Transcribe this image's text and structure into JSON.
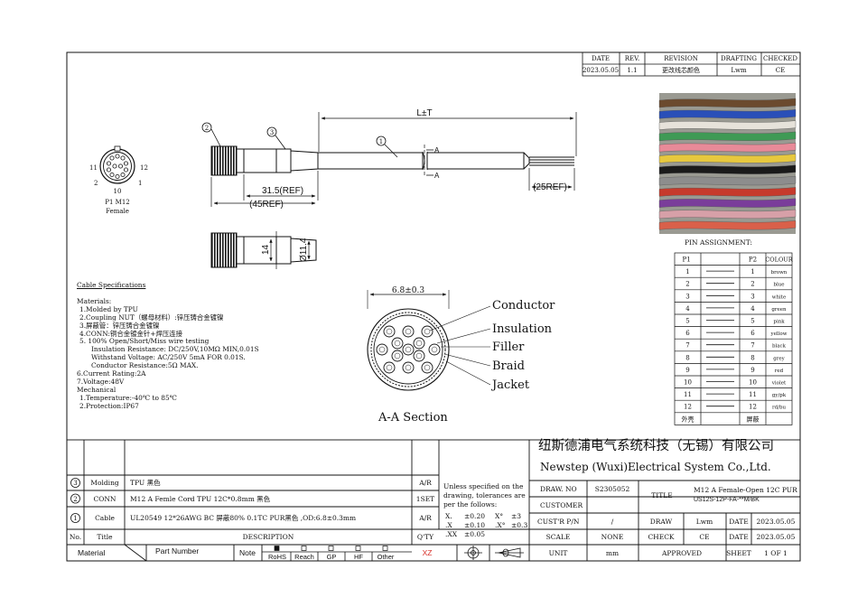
{
  "revision_block": {
    "headers": [
      "DATE",
      "REV.",
      "REVISION",
      "DRAFTING",
      "CHECKED"
    ],
    "row": [
      "2023.05.05",
      "1.1",
      "更改线芯颜色",
      "Lwm",
      "CE"
    ]
  },
  "connector_front": {
    "pin_labels": [
      "11",
      "12",
      "2",
      "1",
      "10"
    ],
    "caption_line1": "P1 M12",
    "caption_line2": "Female"
  },
  "drawing": {
    "length_label": "L±T",
    "ref_315": "31.5(REF)",
    "ref_45": "(45REF)",
    "ref_25": "(25REF)",
    "section_mark": "A",
    "dim_14": "14",
    "dim_114": "Ø11.4",
    "callouts": [
      "1",
      "2",
      "3"
    ]
  },
  "cross_section": {
    "dim": "6.8±0.3",
    "labels": [
      "Conductor",
      "Insulation",
      "Filler",
      "Braid",
      "Jacket"
    ],
    "title": "A-A Section"
  },
  "cable_specs": {
    "title": "Cable Specifications",
    "lines": [
      "Materials:",
      "1.Molded by TPU",
      "2.Coupling NUT（螺母材料）:锌压铸合金镀镍",
      "3.屏蔽管：锌压铸合金镀镍",
      "4.CONN:铜合金镀金针+焊压连接",
      "5. 100% Open/Short/Miss wire testing",
      "Insulation Resistance: DC/250V,10MΩ MIN,0.01S",
      "Withstand Voltage: AC/250V 5mA FOR 0.01S.",
      "Conductor Resistance:5Ω MAX.",
      "6.Current Rating:2A",
      "7.Voltage:48V",
      "Mechanical",
      "1.Temperature:-40℃ to 85℃",
      "2.Protection:IP67"
    ]
  },
  "pin_assignment": {
    "title": "PIN ASSIGNMENT:",
    "headers": [
      "P1",
      "P2",
      "COLOUR"
    ],
    "rows": [
      [
        "1",
        "1",
        "brown"
      ],
      [
        "2",
        "2",
        "blue"
      ],
      [
        "3",
        "3",
        "white"
      ],
      [
        "4",
        "4",
        "green"
      ],
      [
        "5",
        "5",
        "pink"
      ],
      [
        "6",
        "6",
        "yellow"
      ],
      [
        "7",
        "7",
        "black"
      ],
      [
        "8",
        "8",
        "grey"
      ],
      [
        "9",
        "9",
        "red"
      ],
      [
        "10",
        "10",
        "violet"
      ],
      [
        "11",
        "11",
        "gy/pk"
      ],
      [
        "12",
        "12",
        "rd/bu"
      ],
      [
        "外壳",
        "屏蔽",
        ""
      ]
    ]
  },
  "wire_photo": {
    "colors": [
      "#6b4a2e",
      "#2a4fb8",
      "#e6e2da",
      "#3f9a55",
      "#e88a98",
      "#e7c83e",
      "#1a1a1a",
      "#8d8d8d",
      "#c63a2c",
      "#7a3d9a",
      "#d7a0a8",
      "#d9604a"
    ]
  },
  "bom": {
    "rows": [
      {
        "no": "3",
        "title": "Molding",
        "desc": "TPU 黑色",
        "qty": "A/R"
      },
      {
        "no": "2",
        "title": "CONN",
        "desc": "M12 A Femle Cord TPU 12C*0.8mm 黑色",
        "qty": "1SET"
      },
      {
        "no": "1",
        "title": "Cable",
        "desc": "UL20549 12*26AWG BC 屏蔽80% 0.1TC PUR黑色 ,OD:6.8±0.3mm",
        "qty": "A/R"
      }
    ],
    "header": {
      "no": "No.",
      "title": "Title",
      "desc": "DESCRIPTION",
      "qty": "Q'TY"
    },
    "footer": {
      "material": "Material",
      "part_number": "Part Number",
      "note": "Note"
    },
    "options": [
      "RoHS",
      "Reach",
      "GP",
      "HF",
      "Other"
    ],
    "xz": "XZ"
  },
  "title_block": {
    "company_cn": "纽斯德浦电气系统科技（无锡）有限公司",
    "company_en": "Newstep (Wuxi)Electrical System Co.,Ltd.",
    "tolerance_note": [
      "Unless specified on the",
      "drawing, tolerances are",
      "per the follows:"
    ],
    "tolerances": [
      [
        "X.",
        "±0.20",
        "X°",
        "±3"
      ],
      [
        ".X",
        "±0.10",
        ".X°",
        "±0.3"
      ],
      [
        ".XX",
        "±0.05",
        "",
        ""
      ]
    ],
    "draw_no_label": "DRAW. NO",
    "draw_no": "S2305052",
    "customer_label": "CUSTOMER",
    "cust_pn_label": "CUST'R P/N",
    "cust_pn": "/",
    "scale_label": "SCALE",
    "scale": "NONE",
    "unit_label": "UNIT",
    "unit": "mm",
    "title_label": "TITLE",
    "title_line1": "M12 A Female-Open 12C PUR",
    "title_line2": "US12S-12P-FA-**M/BK",
    "draw_label": "DRAW",
    "draw_by": "Lwm",
    "check_label": "CHECK",
    "check_by": "CE",
    "approved_label": "APPROVED",
    "date_label": "DATE",
    "date1": "2023.05.05",
    "date2": "2023.05.05",
    "sheet_label": "SHEET",
    "sheet": "1 OF 1"
  }
}
